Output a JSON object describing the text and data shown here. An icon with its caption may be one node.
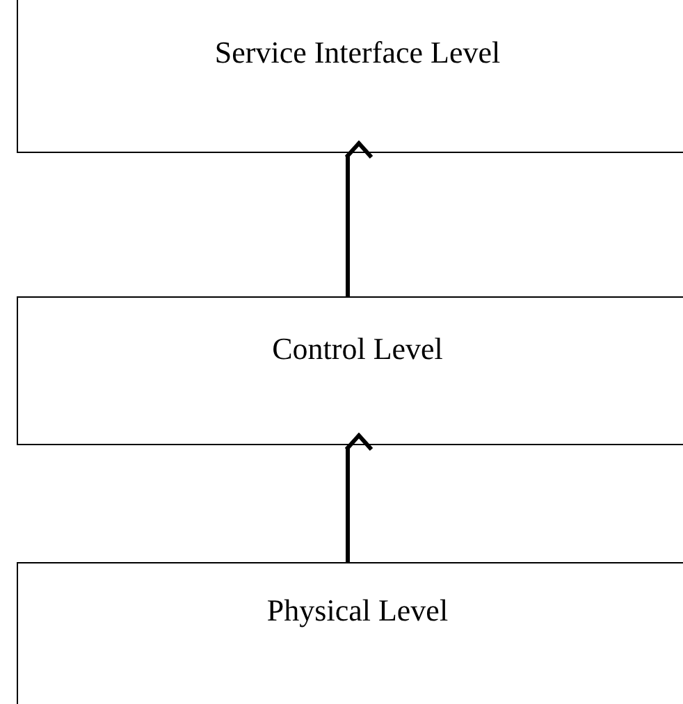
{
  "diagram": {
    "nodes": [
      {
        "text": [
          "Service Interface Level"
        ]
      },
      {
        "text": [
          "Control Level"
        ]
      },
      {
        "text": [
          "Physical Level"
        ]
      }
    ],
    "edges": [
      {
        "from": 1,
        "to": 0,
        "arrow": "to"
      },
      {
        "from": 2,
        "to": 1,
        "arrow": "to"
      }
    ]
  }
}
